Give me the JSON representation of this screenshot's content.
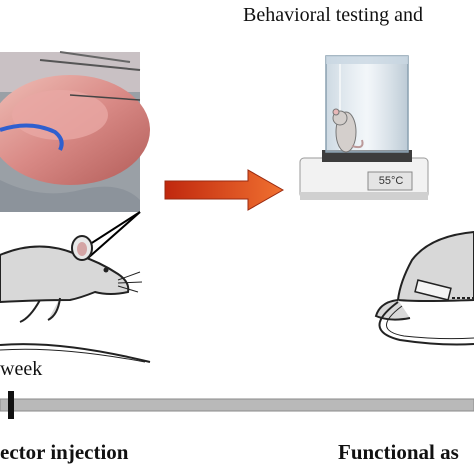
{
  "labels": {
    "behavioral_testing": "Behavioral testing and",
    "timepoint": "week",
    "vector_injection": "ector injection",
    "functional_assessment": "Functional as"
  },
  "apparatus": {
    "display": "55°C"
  },
  "colors": {
    "arrow_fill": "#e8491c",
    "arrow_gradient_start": "#c0280e",
    "timeline": "#b9b9b9",
    "tissue": "#d98a86",
    "nerve": "#2f5fcf",
    "rat_fill": "#d8d8d8",
    "rat_outline": "#222222"
  },
  "icons": [
    "surgical-photo",
    "rat-illustration",
    "hot-plate-apparatus",
    "mouse-icon",
    "progress-arrow",
    "paralyzed-rat-illustration"
  ]
}
